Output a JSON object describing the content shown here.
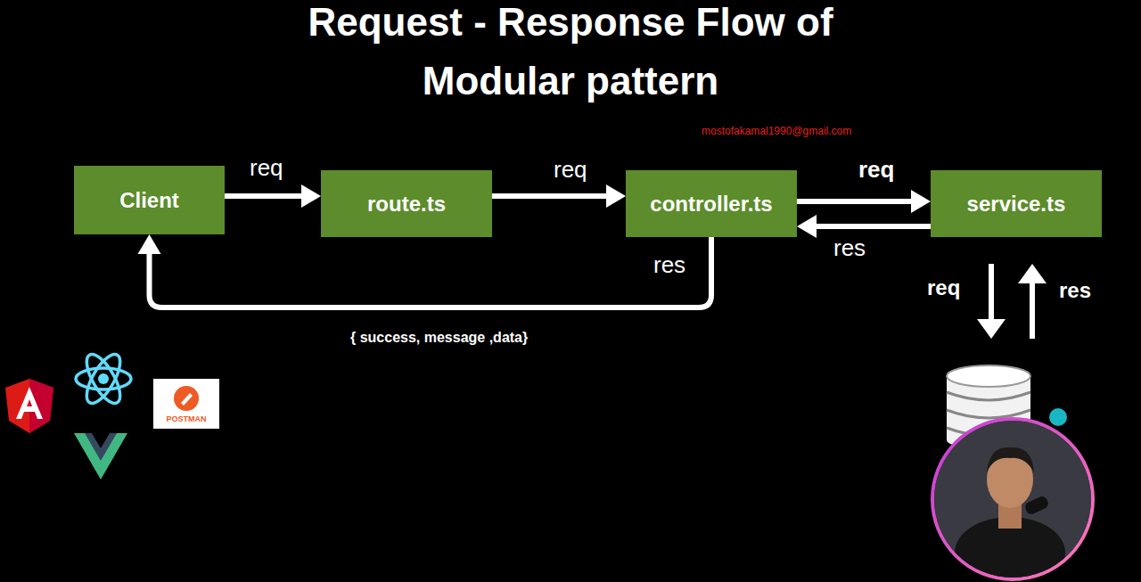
{
  "diagram": {
    "title": "Request - Response Flow of Modular pattern",
    "nodes": [
      {
        "text": [
          "Client"
        ]
      },
      {
        "text": [
          "route.ts"
        ]
      },
      {
        "text": [
          "controller.ts"
        ]
      },
      {
        "text": [
          "service.ts"
        ]
      }
    ],
    "edges": [
      {
        "from": 0,
        "to": 1,
        "label": "req",
        "arrow": "to"
      },
      {
        "from": 1,
        "to": 2,
        "label": "req",
        "arrow": "to"
      },
      {
        "from": 2,
        "to": 3,
        "label": "req",
        "arrow": "to"
      },
      {
        "from": 3,
        "to": 2,
        "label": "res",
        "arrow": "to"
      },
      {
        "from": 2,
        "to": 0,
        "label": "res",
        "arrow": "to"
      }
    ],
    "labels": [
      "mostofakamal1990@gmail.com",
      "{ success, message ,data}",
      "POSTMAN",
      "req",
      "res"
    ]
  }
}
